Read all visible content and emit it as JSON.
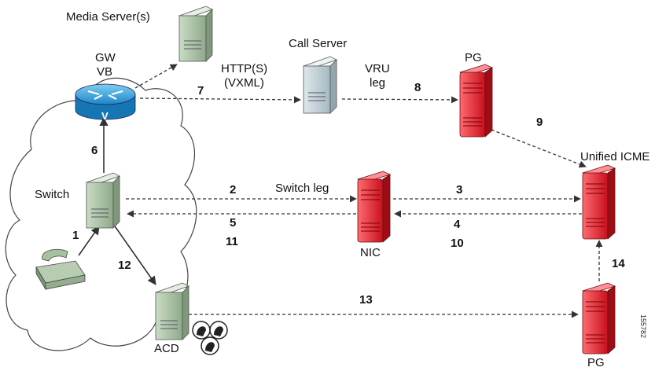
{
  "labels": {
    "media_server": "Media Server(s)",
    "call_server": "Call Server",
    "gw": "GW",
    "vb": "VB",
    "http": "HTTP(S)",
    "vxml": "(VXML)",
    "vru": "VRU",
    "leg": "leg",
    "pg_top": "PG",
    "pg_bottom": "PG",
    "unified_icme": "Unified ICME",
    "switch": "Switch",
    "switch_leg": "Switch leg",
    "nic": "NIC",
    "acd": "ACD",
    "router_v": "V",
    "figure_id": "155782"
  },
  "steps": [
    "1",
    "2",
    "3",
    "4",
    "5",
    "6",
    "7",
    "8",
    "9",
    "10",
    "11",
    "12",
    "13",
    "14"
  ],
  "colors": {
    "gray_server": "#9fb89a",
    "call_server": "#b9c8cf",
    "red_server": "#e0303a",
    "router": "#3aa0dc",
    "arrow": "#333333"
  }
}
